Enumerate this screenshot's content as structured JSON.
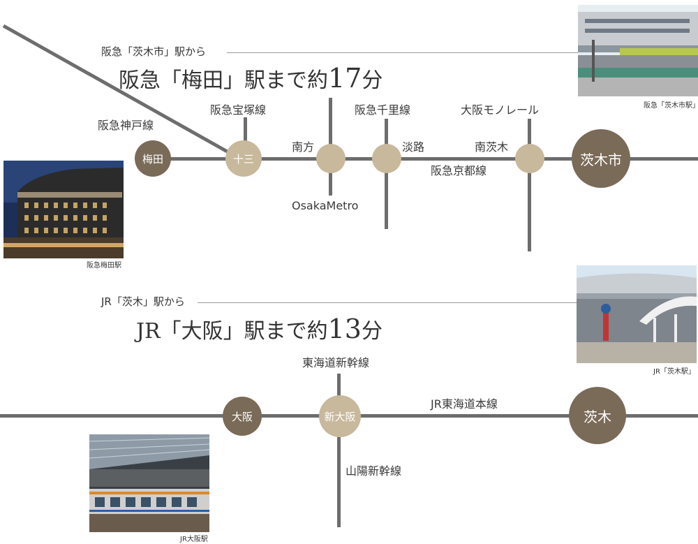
{
  "hankyu": {
    "from_text": "阪急「茨木市」駅から",
    "headline_prefix": "阪急「梅田」駅まで約",
    "headline_num": "17",
    "headline_unit": "分",
    "stations": {
      "umeda": "梅田",
      "juso": "十三",
      "ibarakishi": "茨木市"
    },
    "labels": {
      "kobe_line": "阪急神戸線",
      "takarazuka_line": "阪急宝塚線",
      "minamikata": "南方",
      "osaka_metro": "OsakaMetro",
      "senri_line": "阪急千里線",
      "awaji": "淡路",
      "kyoto_line": "阪急京都線",
      "monorail": "大阪モノレール",
      "minami_ibaraki": "南茨木"
    },
    "photos": {
      "umeda_caption": "阪急梅田駅",
      "ibarakishi_caption": "阪急「茨木市駅」"
    }
  },
  "jr": {
    "from_text": "JR「茨木」駅から",
    "headline_prefix": "JR「大阪」駅まで約",
    "headline_num": "13",
    "headline_unit": "分",
    "stations": {
      "osaka": "大阪",
      "shin_osaka": "新大阪",
      "ibaraki": "茨木"
    },
    "labels": {
      "tokaido_shinkansen": "東海道新幹線",
      "tokaido_main": "JR東海道本線",
      "sanyo_shinkansen": "山陽新幹線"
    },
    "photos": {
      "ibaraki_caption": "JR「茨木駅」",
      "osaka_caption": "JR大阪駅"
    }
  },
  "colors": {
    "line": "#6d6d6d",
    "station_dark": "#7a6a58",
    "station_light": "#c8b89c"
  }
}
